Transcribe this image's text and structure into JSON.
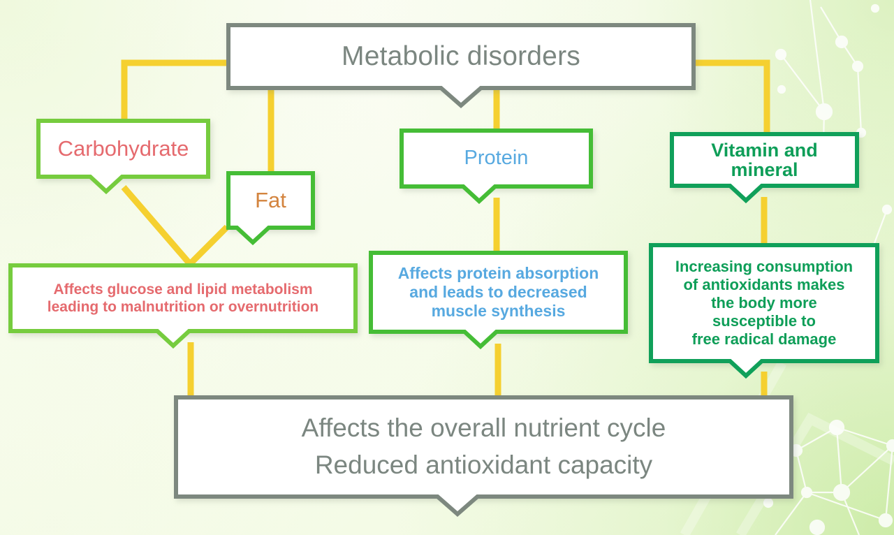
{
  "diagram": {
    "title": "Metabolic disorders flowchart",
    "background": {
      "base_color": "#fbfdf4",
      "accent_color": "#eaf7d6",
      "decoration": "network-constellation-pattern"
    },
    "connector_color": "#f5d030",
    "nodes": [
      {
        "id": "top",
        "name": "metabolic-disorders",
        "text": "Metabolic disorders",
        "border_color": "#7d887f",
        "text_color": "#7b8680"
      },
      {
        "id": "carbohydrate",
        "name": "carbohydrate",
        "text": "Carbohydrate",
        "border_color": "#76cc3e",
        "text_color": "#e56a6e"
      },
      {
        "id": "fat",
        "name": "fat",
        "text": "Fat",
        "border_color": "#45bd36",
        "text_color": "#d3843f"
      },
      {
        "id": "protein",
        "name": "protein",
        "text": "Protein",
        "border_color": "#45bd36",
        "text_color": "#57a9e0"
      },
      {
        "id": "vitamin_mineral",
        "name": "vitamin-and-mineral",
        "line1": "Vitamin and",
        "line2": "mineral",
        "border_color": "#10a05a",
        "text_color": "#0e9e58"
      },
      {
        "id": "carb_effect",
        "name": "carbohydrate-effect",
        "line1": "Affects glucose and lipid metabolism",
        "line2": "leading to malnutrition or overnutrition",
        "border_color": "#76cc3e",
        "text_color": "#e56a6e"
      },
      {
        "id": "protein_effect",
        "name": "protein-effect",
        "line1": "Affects protein absorption",
        "line2": "and leads to decreased",
        "line3": "muscle synthesis",
        "border_color": "#45bd36",
        "text_color": "#57a9e0"
      },
      {
        "id": "vitamin_effect",
        "name": "vitamin-mineral-effect",
        "line1": "Increasing consumption",
        "line2": "of antioxidants makes",
        "line3": "the body more",
        "line4": "susceptible to",
        "line5": "free radical damage",
        "border_color": "#10a05a",
        "text_color": "#0e9e58"
      },
      {
        "id": "bottom",
        "name": "overall-outcome",
        "line1": "Affects the overall nutrient cycle",
        "line2": "Reduced antioxidant capacity",
        "border_color": "#7d887f",
        "text_color": "#7b8680"
      }
    ]
  }
}
